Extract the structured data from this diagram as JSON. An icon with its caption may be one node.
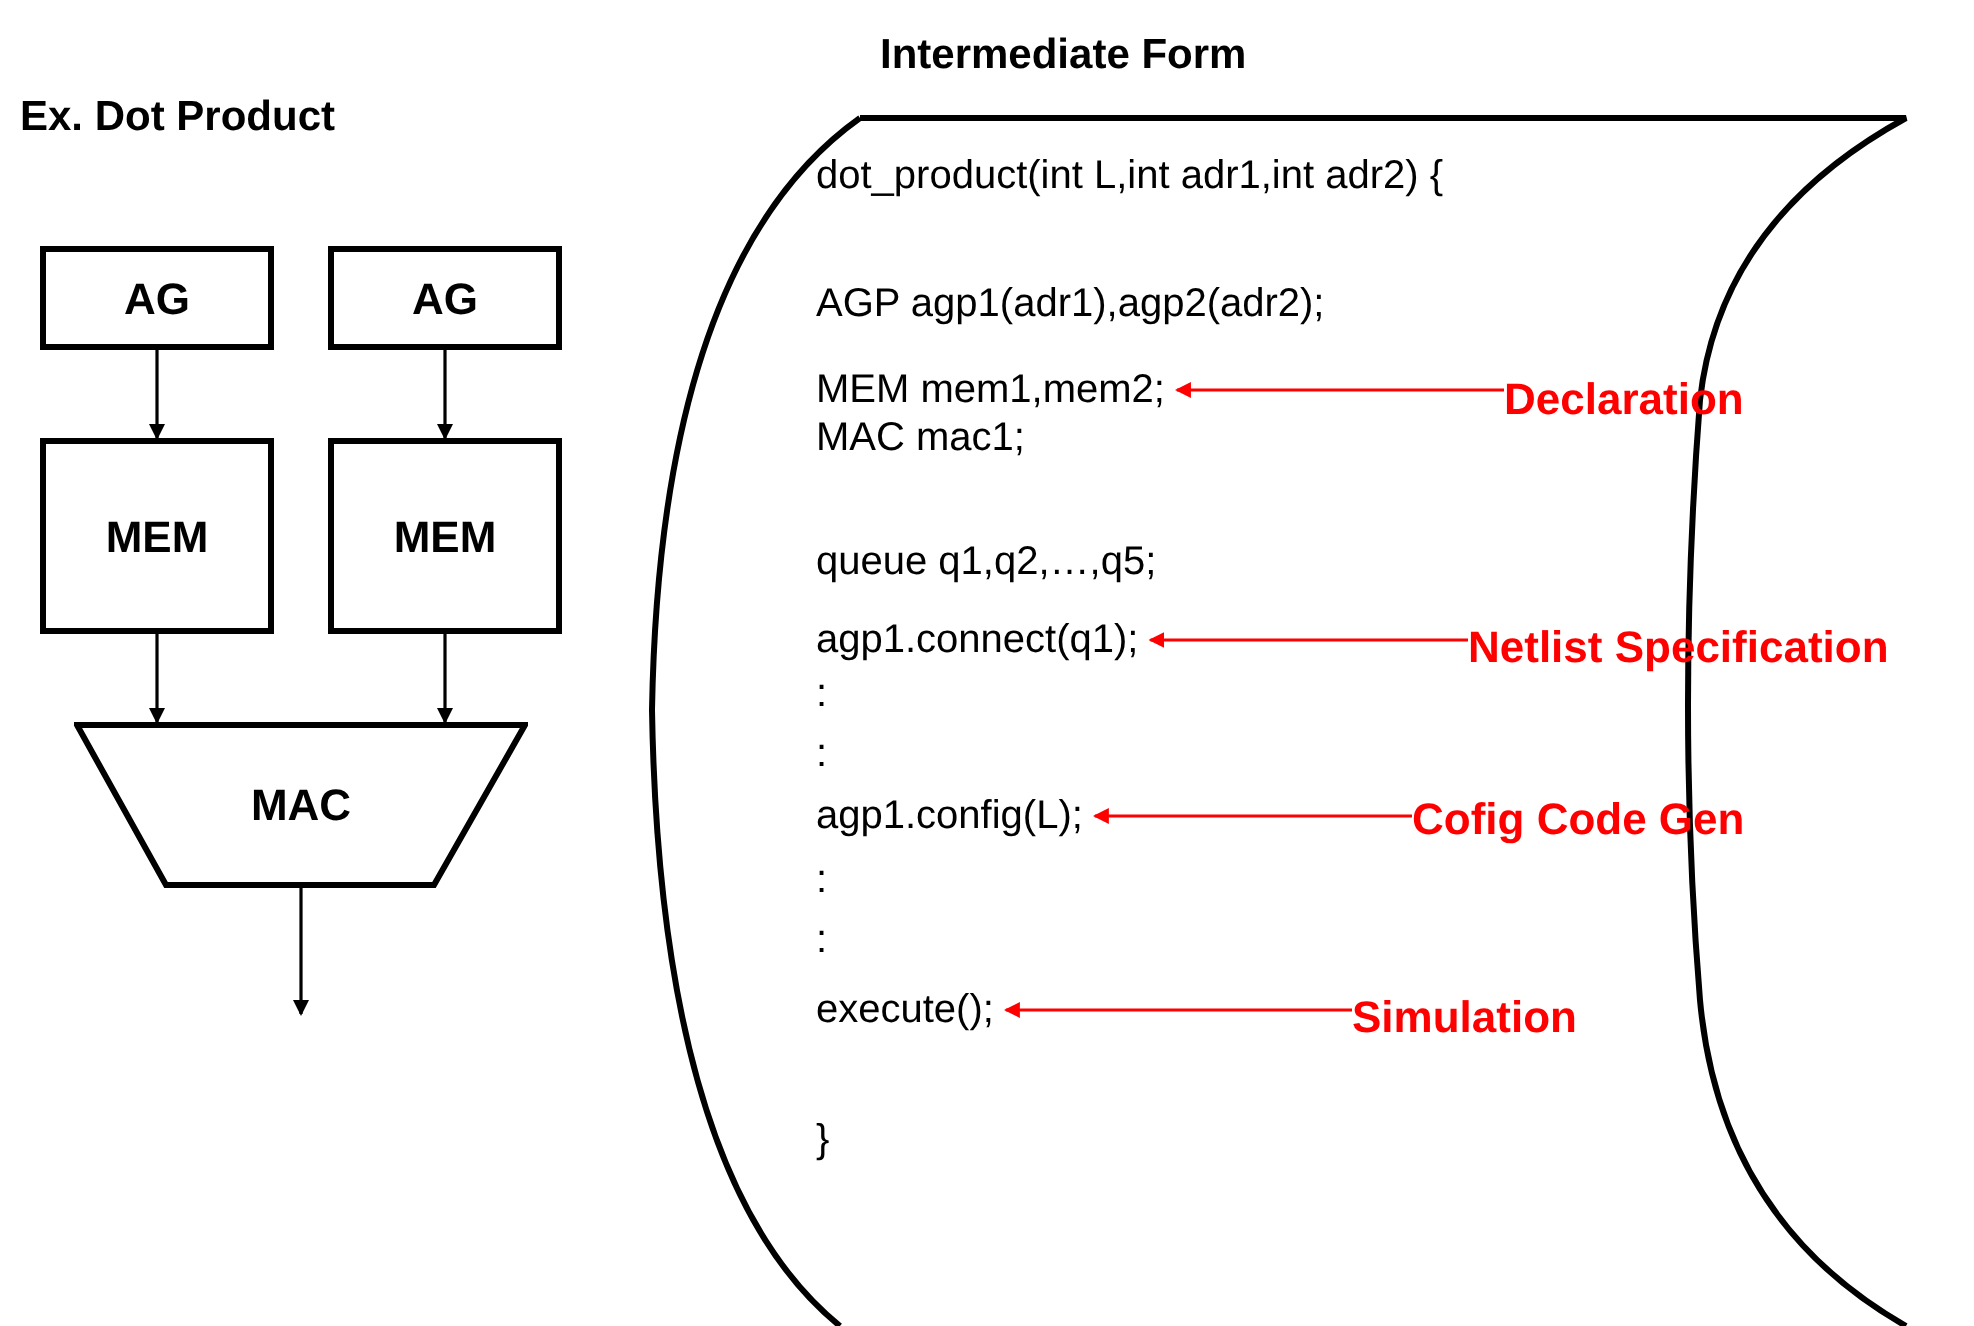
{
  "diagram": {
    "nodes": [
      {
        "text": [
          "AG"
        ]
      },
      {
        "text": [
          "AG"
        ]
      },
      {
        "text": [
          "MEM"
        ]
      },
      {
        "text": [
          "MEM"
        ]
      },
      {
        "text": [
          "MAC"
        ]
      },
      {
        "text": [
          "Intermediate Form"
        ]
      },
      {
        "text": [
          "dot_product(int L,int adr1,int adr2) {"
        ],
        "in": 5
      },
      {
        "text": [
          "AGP agp1(adr1),agp2(adr2);"
        ],
        "in": 5
      },
      {
        "text": [
          "MEM mem1,mem2;"
        ],
        "in": 5
      },
      {
        "text": [
          "MAC mac1;"
        ],
        "in": 5
      },
      {
        "text": [
          "queue q1,q2,…,q5;"
        ],
        "in": 5
      },
      {
        "text": [
          "agp1.connect(q1);"
        ],
        "in": 5
      },
      {
        "text": [
          ":"
        ],
        "in": 5
      },
      {
        "text": [
          ":"
        ],
        "in": 5
      },
      {
        "text": [
          "agp1.config(L);"
        ],
        "in": 5
      },
      {
        "text": [
          ":"
        ],
        "in": 5
      },
      {
        "text": [
          ":"
        ],
        "in": 5
      },
      {
        "text": [
          "execute();"
        ],
        "in": 5
      },
      {
        "text": [
          "}"
        ],
        "in": 5
      },
      {
        "text": [
          "Declaration"
        ],
        "in": 5
      },
      {
        "text": [
          "Netlist Specification"
        ],
        "in": 5
      },
      {
        "text": [
          "Cofig Code Gen"
        ],
        "in": 5
      },
      {
        "text": [
          "Simulation"
        ],
        "in": 5
      }
    ],
    "edges": [
      {
        "from": 0,
        "to": 2,
        "arrow": "to"
      },
      {
        "from": 1,
        "to": 3,
        "arrow": "to"
      },
      {
        "from": 2,
        "to": 4,
        "arrow": "to"
      },
      {
        "from": 3,
        "to": 4,
        "arrow": "to"
      },
      {
        "from": 4,
        "to": null,
        "arrow": "to"
      },
      {
        "from": 19,
        "to": 8,
        "arrow": "to",
        "color": "#ff0000"
      },
      {
        "from": 20,
        "to": 11,
        "arrow": "to",
        "color": "#ff0000"
      },
      {
        "from": 21,
        "to": 14,
        "arrow": "to",
        "color": "#ff0000"
      },
      {
        "from": 22,
        "to": 17,
        "arrow": "to",
        "color": "#ff0000"
      }
    ],
    "labels": [
      "Ex. Dot Product"
    ]
  }
}
